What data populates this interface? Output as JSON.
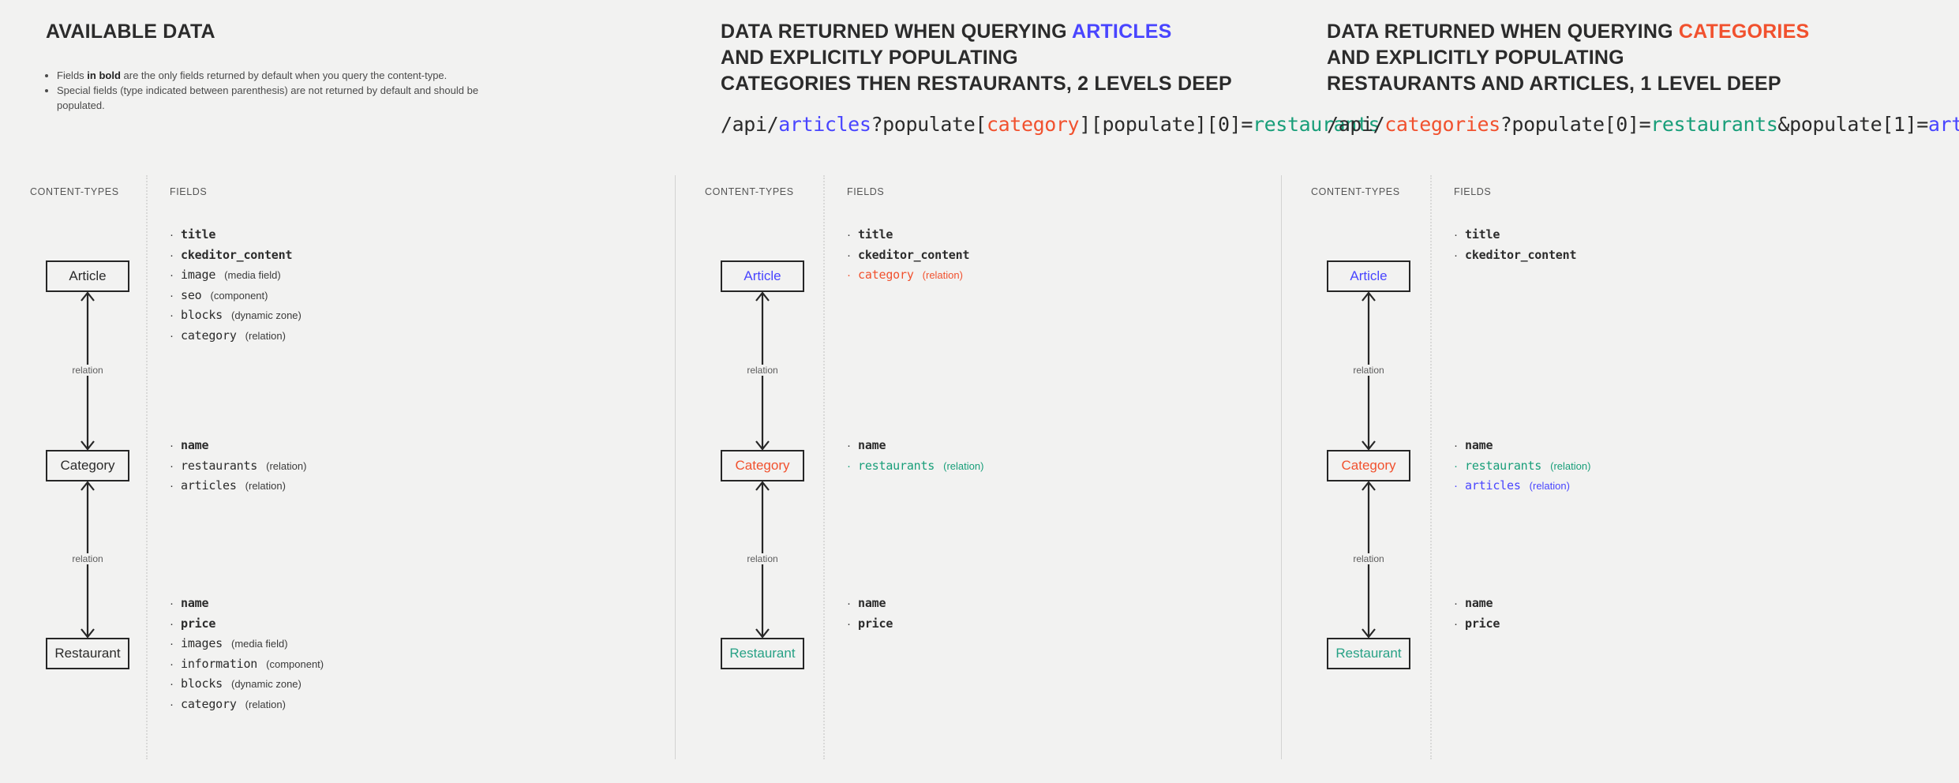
{
  "theme": {
    "background": "#f2f2f1",
    "ink": "#2b2b2b",
    "blue": "#4945ff",
    "red": "#f1512e",
    "green": "#189e79",
    "green_box": "#27a185",
    "rule": "#d3d3d2"
  },
  "panels": [
    {
      "id": "available-data",
      "heading": {
        "lines": [
          {
            "parts": [
              {
                "text": "AVAILABLE DATA",
                "color": "ink"
              }
            ]
          }
        ]
      },
      "notes": [
        "Fields in bold are the only fields returned by default when you query the content-type.",
        "Special fields (type indicated between parenthesis) are not returned by default and should be populated."
      ],
      "note_bold_fragment": "in bold",
      "api": null,
      "captions": {
        "content_types": "CONTENT-TYPES",
        "fields": "FIELDS"
      },
      "entities": [
        {
          "name": "Article",
          "color": "ink"
        },
        {
          "name": "Category",
          "color": "ink"
        },
        {
          "name": "Restaurant",
          "color": "ink"
        }
      ],
      "relations": [
        {
          "label": "relation"
        },
        {
          "label": "relation"
        }
      ],
      "fieldgroups": [
        {
          "owner": "Article",
          "fields": [
            {
              "name": "title",
              "type": "",
              "bold": true,
              "color": "ink"
            },
            {
              "name": "ckeditor_content",
              "type": "",
              "bold": true,
              "color": "ink"
            },
            {
              "name": "image",
              "type": "(media field)",
              "bold": false,
              "color": "ink"
            },
            {
              "name": "seo",
              "type": "(component)",
              "bold": false,
              "color": "ink"
            },
            {
              "name": "blocks",
              "type": "(dynamic zone)",
              "bold": false,
              "color": "ink"
            },
            {
              "name": "category",
              "type": "(relation)",
              "bold": false,
              "color": "ink"
            }
          ]
        },
        {
          "owner": "Category",
          "fields": [
            {
              "name": "name",
              "type": "",
              "bold": true,
              "color": "ink"
            },
            {
              "name": "restaurants",
              "type": "(relation)",
              "bold": false,
              "color": "ink"
            },
            {
              "name": "articles",
              "type": "(relation)",
              "bold": false,
              "color": "ink"
            }
          ]
        },
        {
          "owner": "Restaurant",
          "fields": [
            {
              "name": "name",
              "type": "",
              "bold": true,
              "color": "ink"
            },
            {
              "name": "price",
              "type": "",
              "bold": true,
              "color": "ink"
            },
            {
              "name": "images",
              "type": "(media field)",
              "bold": false,
              "color": "ink"
            },
            {
              "name": "information",
              "type": "(component)",
              "bold": false,
              "color": "ink"
            },
            {
              "name": "blocks",
              "type": "(dynamic zone)",
              "bold": false,
              "color": "ink"
            },
            {
              "name": "category",
              "type": "(relation)",
              "bold": false,
              "color": "ink"
            }
          ]
        }
      ]
    },
    {
      "id": "query-articles",
      "heading": {
        "lines": [
          {
            "parts": [
              {
                "text": "DATA RETURNED WHEN QUERYING ",
                "color": "ink"
              },
              {
                "text": "ARTICLES",
                "color": "blue"
              }
            ]
          },
          {
            "parts": [
              {
                "text": "AND EXPLICITLY POPULATING",
                "color": "ink"
              }
            ]
          },
          {
            "parts": [
              {
                "text": "CATEGORIES THEN RESTAURANTS, 2 LEVELS DEEP",
                "color": "ink"
              }
            ]
          }
        ]
      },
      "notes": [],
      "api": {
        "parts": [
          {
            "text": "/api/",
            "color": "ink"
          },
          {
            "text": "articles",
            "color": "blue"
          },
          {
            "text": "?populate[",
            "color": "ink"
          },
          {
            "text": "category",
            "color": "red"
          },
          {
            "text": "][populate][0]=",
            "color": "ink"
          },
          {
            "text": "restaurants",
            "color": "green"
          }
        ]
      },
      "captions": {
        "content_types": "CONTENT-TYPES",
        "fields": "FIELDS"
      },
      "entities": [
        {
          "name": "Article",
          "color": "blue"
        },
        {
          "name": "Category",
          "color": "red"
        },
        {
          "name": "Restaurant",
          "color": "green_box"
        }
      ],
      "relations": [
        {
          "label": "relation"
        },
        {
          "label": "relation"
        }
      ],
      "fieldgroups": [
        {
          "owner": "Article",
          "fields": [
            {
              "name": "title",
              "type": "",
              "bold": true,
              "color": "ink"
            },
            {
              "name": "ckeditor_content",
              "type": "",
              "bold": true,
              "color": "ink"
            },
            {
              "name": "category",
              "type": "(relation)",
              "bold": false,
              "color": "red"
            }
          ]
        },
        {
          "owner": "Category",
          "fields": [
            {
              "name": "name",
              "type": "",
              "bold": true,
              "color": "ink"
            },
            {
              "name": "restaurants",
              "type": "(relation)",
              "bold": false,
              "color": "green"
            }
          ]
        },
        {
          "owner": "Restaurant",
          "fields": [
            {
              "name": "name",
              "type": "",
              "bold": true,
              "color": "ink"
            },
            {
              "name": "price",
              "type": "",
              "bold": true,
              "color": "ink"
            }
          ]
        }
      ]
    },
    {
      "id": "query-categories",
      "heading": {
        "lines": [
          {
            "parts": [
              {
                "text": "DATA RETURNED WHEN QUERYING ",
                "color": "ink"
              },
              {
                "text": "CATEGORIES",
                "color": "red"
              }
            ]
          },
          {
            "parts": [
              {
                "text": "AND EXPLICITLY POPULATING",
                "color": "ink"
              }
            ]
          },
          {
            "parts": [
              {
                "text": "RESTAURANTS AND ARTICLES, 1 LEVEL DEEP",
                "color": "ink"
              }
            ]
          }
        ]
      },
      "notes": [],
      "api": {
        "parts": [
          {
            "text": "/api/",
            "color": "ink"
          },
          {
            "text": "categories",
            "color": "red"
          },
          {
            "text": "?populate[0]=",
            "color": "ink"
          },
          {
            "text": "restaurants",
            "color": "green"
          },
          {
            "text": "&populate[1]=",
            "color": "ink"
          },
          {
            "text": "articles",
            "color": "blue"
          }
        ]
      },
      "captions": {
        "content_types": "CONTENT-TYPES",
        "fields": "FIELDS"
      },
      "entities": [
        {
          "name": "Article",
          "color": "blue"
        },
        {
          "name": "Category",
          "color": "red"
        },
        {
          "name": "Restaurant",
          "color": "green_box"
        }
      ],
      "relations": [
        {
          "label": "relation"
        },
        {
          "label": "relation"
        }
      ],
      "fieldgroups": [
        {
          "owner": "Article",
          "fields": [
            {
              "name": "title",
              "type": "",
              "bold": true,
              "color": "ink"
            },
            {
              "name": "ckeditor_content",
              "type": "",
              "bold": true,
              "color": "ink"
            }
          ]
        },
        {
          "owner": "Category",
          "fields": [
            {
              "name": "name",
              "type": "",
              "bold": true,
              "color": "ink"
            },
            {
              "name": "restaurants",
              "type": "(relation)",
              "bold": false,
              "color": "green"
            },
            {
              "name": "articles",
              "type": "(relation)",
              "bold": false,
              "color": "blue"
            }
          ]
        },
        {
          "owner": "Restaurant",
          "fields": [
            {
              "name": "name",
              "type": "",
              "bold": true,
              "color": "ink"
            },
            {
              "name": "price",
              "type": "",
              "bold": true,
              "color": "ink"
            }
          ]
        }
      ]
    }
  ]
}
